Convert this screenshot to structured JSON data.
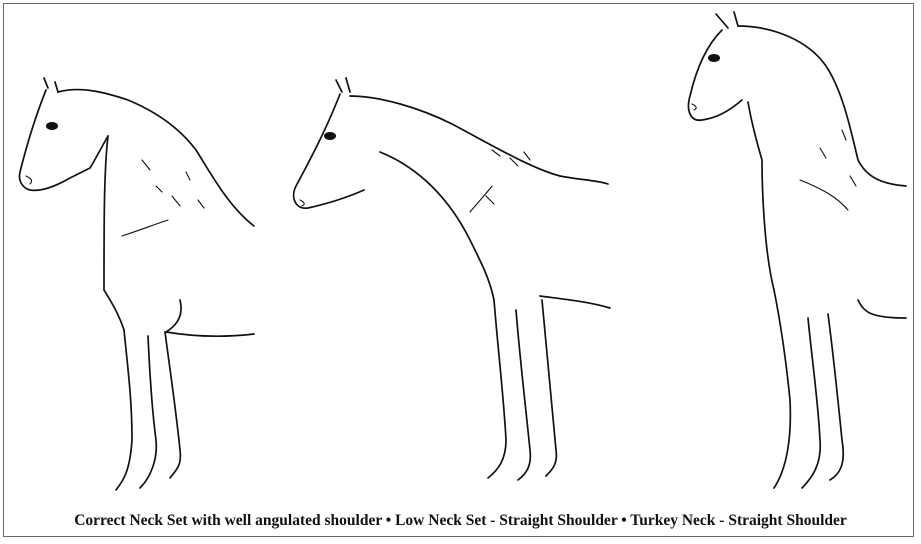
{
  "caption": "Correct Neck Set with well angulated shoulder • Low Neck Set - Straight Shoulder • Turkey Neck - Straight Shoulder",
  "figures": [
    {
      "icon": "horse-correct-neck-set-drawing"
    },
    {
      "icon": "horse-low-neck-set-drawing"
    },
    {
      "icon": "horse-turkey-neck-drawing"
    }
  ]
}
